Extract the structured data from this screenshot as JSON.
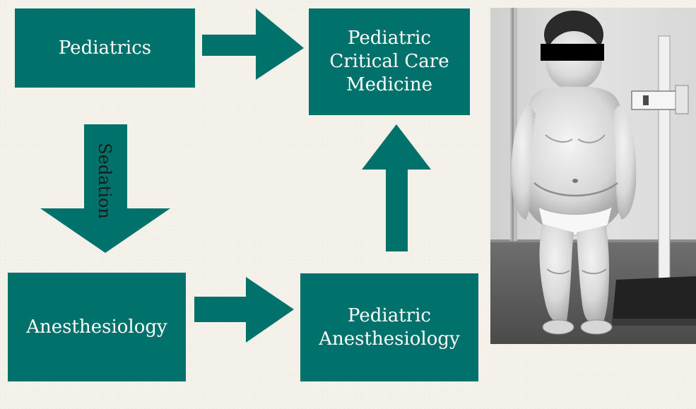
{
  "colors": {
    "background": "#f4f1ea",
    "teal": "#00716b",
    "box_text": "#ffffff",
    "label_text": "#1b1b1b",
    "eye_bar": "#000000"
  },
  "boxes": {
    "pediatrics": {
      "lines": [
        "Pediatrics"
      ]
    },
    "pediatric_critical_care": {
      "lines": [
        "Pediatric",
        "Critical Care",
        "Medicine"
      ]
    },
    "anesthesiology": {
      "lines": [
        "Anesthesiology"
      ]
    },
    "pediatric_anesthesiology": {
      "lines": [
        "Pediatric",
        "Anesthesiology"
      ]
    }
  },
  "arrows": {
    "sedation_label": "Sedation"
  },
  "photo": {
    "subject": "standing-child-photo",
    "redaction": "black-eye-bar"
  }
}
